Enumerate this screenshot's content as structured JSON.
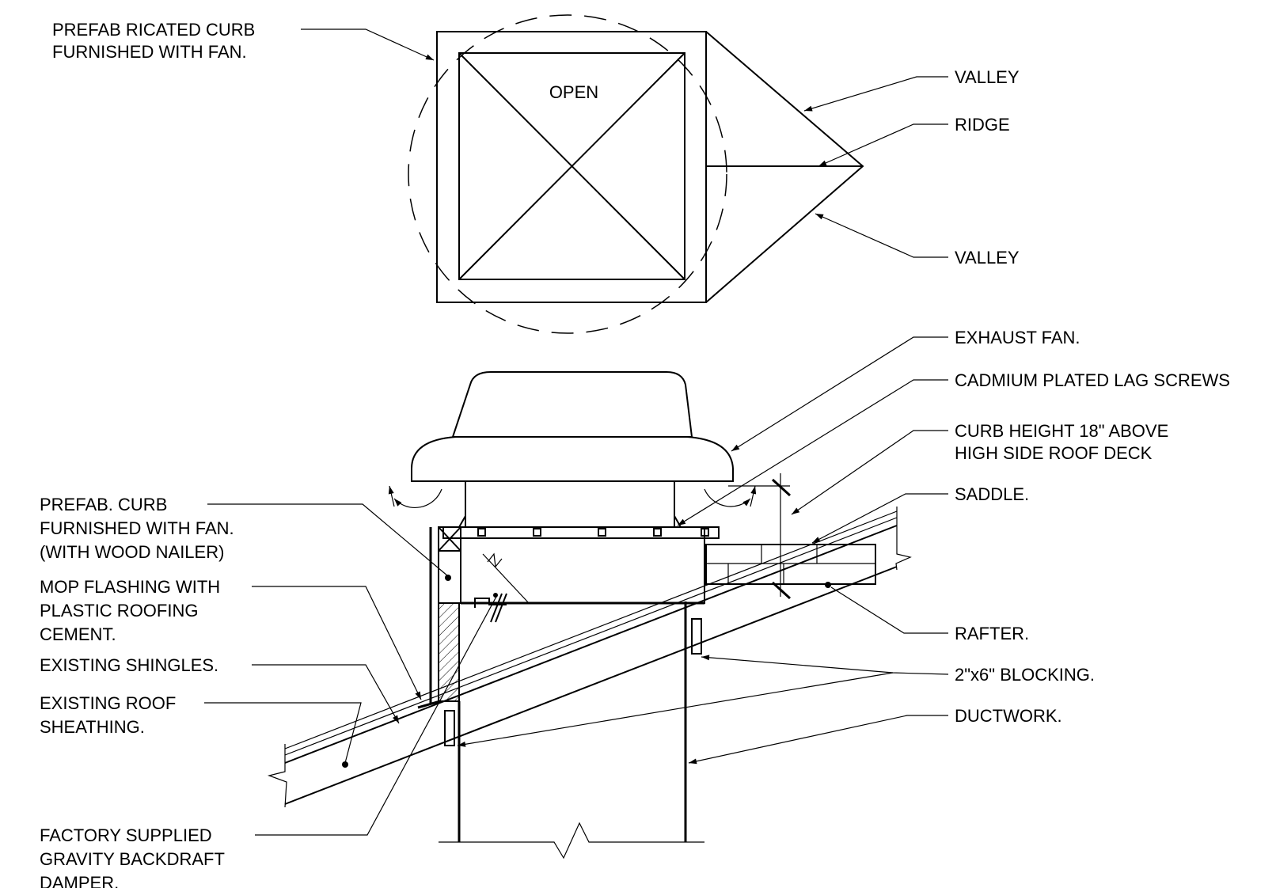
{
  "plan": {
    "open_label": "OPEN",
    "callouts": {
      "prefab_curb": [
        "PREFAB RICATED CURB",
        "FURNISHED WITH FAN."
      ],
      "valley_top": [
        "VALLEY"
      ],
      "ridge": [
        "RIDGE"
      ],
      "valley_bottom": [
        "VALLEY"
      ]
    }
  },
  "section": {
    "callouts_right": {
      "exhaust_fan": [
        "EXHAUST FAN."
      ],
      "lag_screws": [
        "CADMIUM PLATED LAG SCREWS"
      ],
      "curb_height": [
        "CURB HEIGHT 18\" ABOVE",
        "HIGH SIDE ROOF DECK"
      ],
      "saddle": [
        "SADDLE."
      ],
      "rafter": [
        "RAFTER."
      ],
      "blocking": [
        "2\"x6\" BLOCKING."
      ],
      "ductwork": [
        "DUCTWORK."
      ]
    },
    "callouts_left": {
      "prefab_curb_nailer": [
        "PREFAB. CURB",
        "FURNISHED WITH FAN.",
        "(WITH WOOD NAILER)"
      ],
      "mop_flashing": [
        "MOP FLASHING WITH",
        "PLASTIC ROOFING",
        "CEMENT."
      ],
      "existing_shingles": [
        "EXISTING SHINGLES."
      ],
      "roof_sheathing": [
        "EXISTING ROOF",
        "SHEATHING."
      ],
      "backdraft_damper": [
        "FACTORY SUPPLIED",
        "GRAVITY BACKDRAFT",
        "DAMPER."
      ]
    }
  }
}
